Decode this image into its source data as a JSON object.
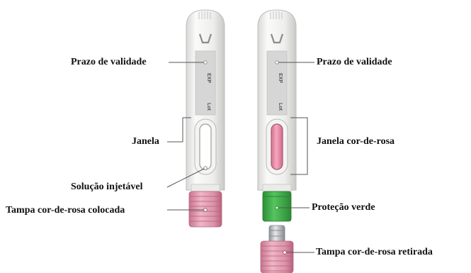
{
  "pens": {
    "left": {
      "labels": {
        "expiry": "Prazo de validade",
        "window": "Janela",
        "solution": "Solução injetável",
        "cap": "Tampa cor-de-rosa colocada"
      },
      "marks": {
        "exp": "EXP",
        "lot": "Lot"
      }
    },
    "right": {
      "labels": {
        "expiry": "Prazo de validade",
        "window": "Janela cor-de-rosa",
        "guard": "Proteção verde",
        "cap": "Tampa cor-de-rosa retirada"
      },
      "marks": {
        "exp": "EXP",
        "lot": "Lot"
      }
    }
  },
  "colors": {
    "pen_body": "#f1f1ef",
    "pen_outline": "#bdbdbd",
    "label_panel": "#d6d6d6",
    "pink_cap": "#e4a1b5",
    "pink_cap_dark": "#c9738f",
    "pink_window": "#e98aa6",
    "green_guard": "#3fb04a",
    "needle_silver": "#c6c9cc",
    "leader_line": "#555555"
  }
}
